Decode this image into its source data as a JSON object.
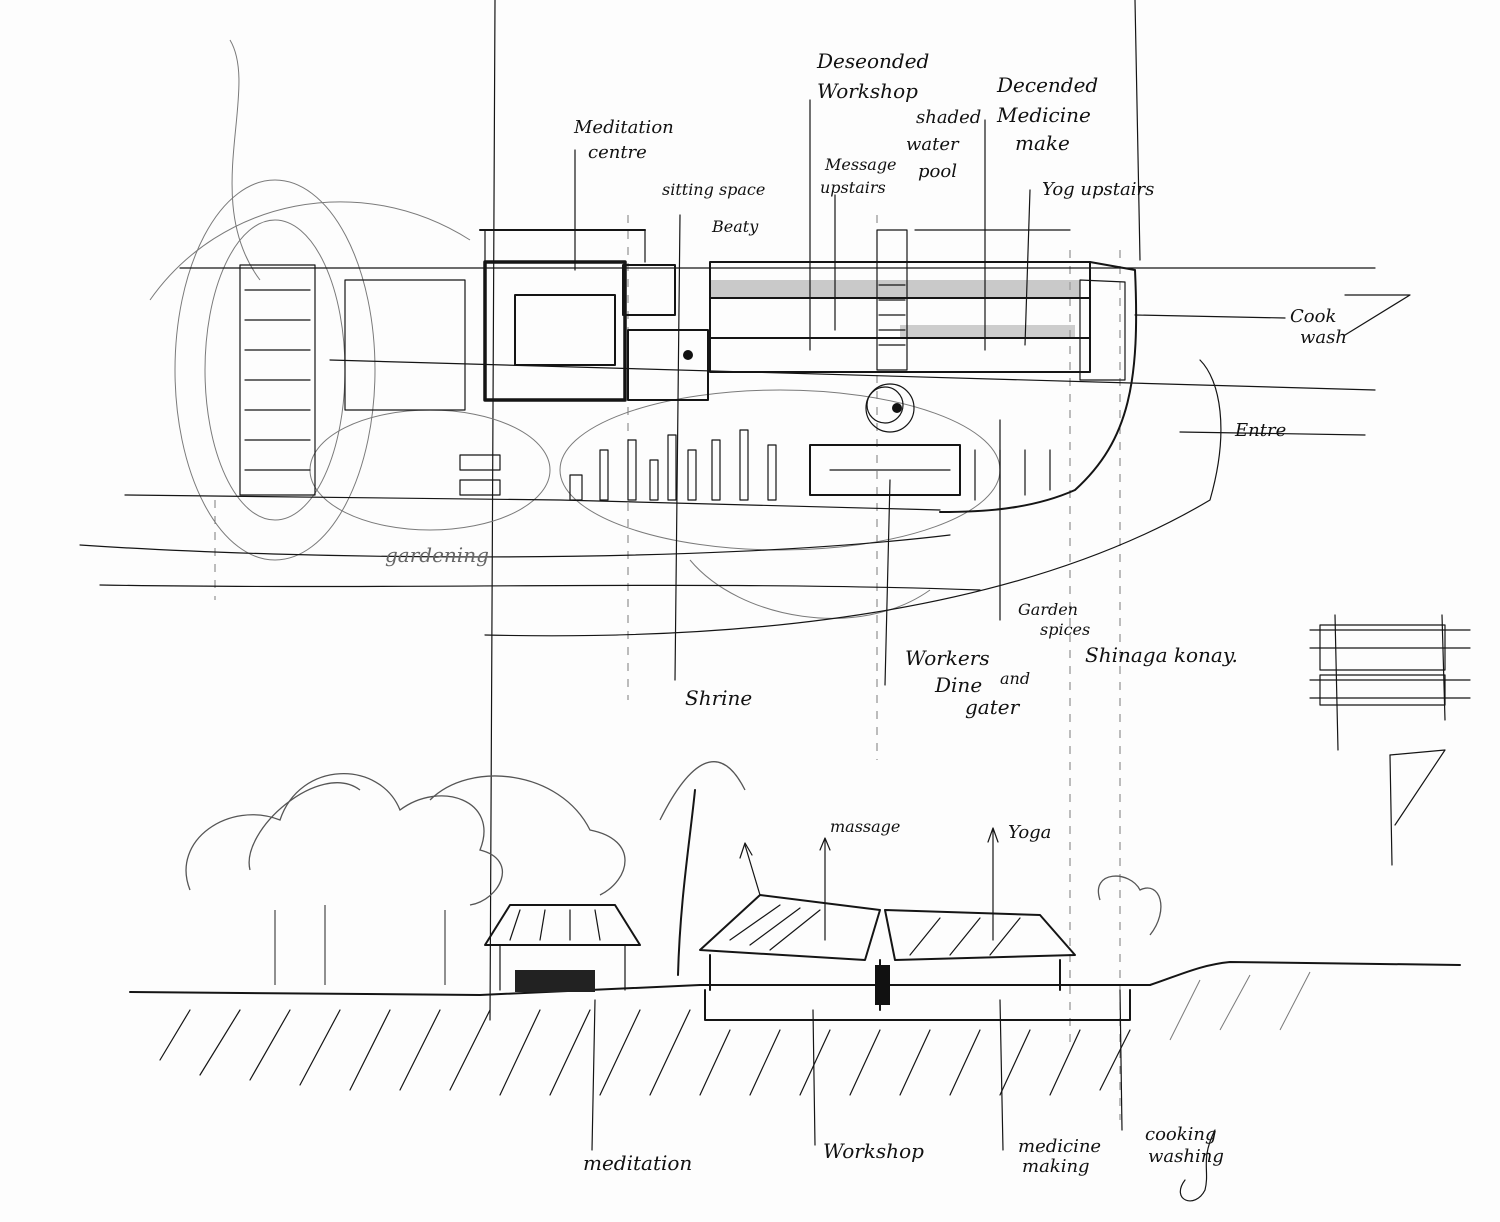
{
  "plan_labels": {
    "descended_workshop": [
      "Deseonded",
      "Workshop"
    ],
    "meditation_centre": [
      "Meditation",
      "centre"
    ],
    "sitting_space": "sitting space",
    "beach": "Beaty",
    "massage_upstairs": [
      "Message",
      "upstairs"
    ],
    "shaded_water_pool": [
      "shaded",
      "water",
      "pool"
    ],
    "descended_medicine_make": [
      "Decended",
      "Medicine",
      "make"
    ],
    "yoga_upstairs": "Yog upstairs",
    "cook_wash": [
      "Cook",
      "wash"
    ],
    "entrance": "Entre",
    "gardening": "gardening",
    "garden_spices": [
      "Garden",
      "spices"
    ],
    "shinagakonay": "Shinaga konay.",
    "workers_dine_and_gather": [
      "Workers",
      "Dine",
      "and",
      "gater"
    ],
    "shrine": "Shrine"
  },
  "section_labels": {
    "massage": "massage",
    "yoga": "Yoga",
    "meditation": "meditation",
    "workshop": "Workshop",
    "medicine_making": [
      "medicine",
      "making"
    ],
    "cooking_washing": [
      "cooking",
      "washing"
    ]
  },
  "colors": {
    "ink": "#151515",
    "pencil": "#7a7a7a",
    "paper": "#fdfdfd"
  }
}
